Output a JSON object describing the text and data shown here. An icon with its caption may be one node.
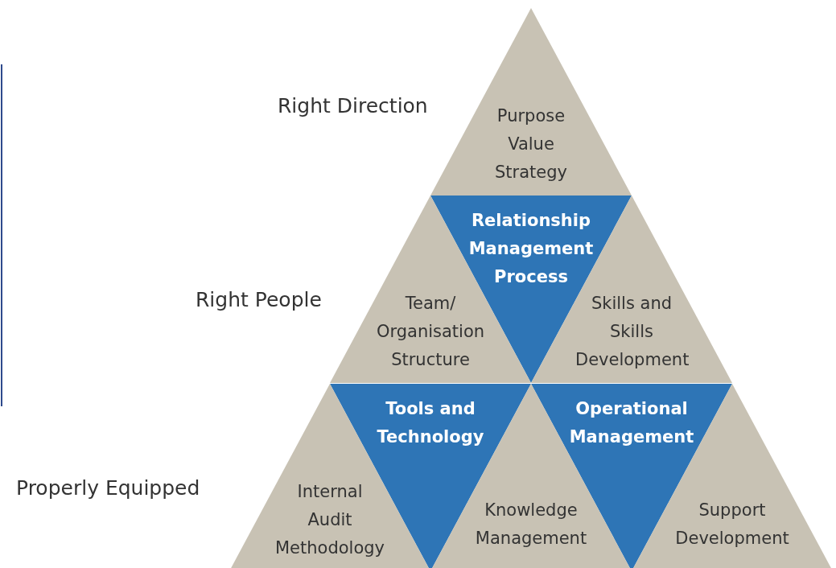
{
  "diagram": {
    "nodes": [
      {
        "text": [
          "Purpose Value Strategy"
        ]
      },
      {
        "text": [
          "Relationship Management Process"
        ]
      },
      {
        "text": [
          "Team/ Organisation Structure"
        ]
      },
      {
        "text": [
          "Skills and Skills Development"
        ]
      },
      {
        "text": [
          "Tools and Technology"
        ]
      },
      {
        "text": [
          "Operational Management"
        ]
      },
      {
        "text": [
          "Internal Audit Methodology"
        ]
      },
      {
        "text": [
          "Knowledge Management"
        ]
      },
      {
        "text": [
          "Support Development"
        ]
      }
    ],
    "labels": [
      "Right Direction",
      "Right People",
      "Properly Equipped"
    ]
  }
}
